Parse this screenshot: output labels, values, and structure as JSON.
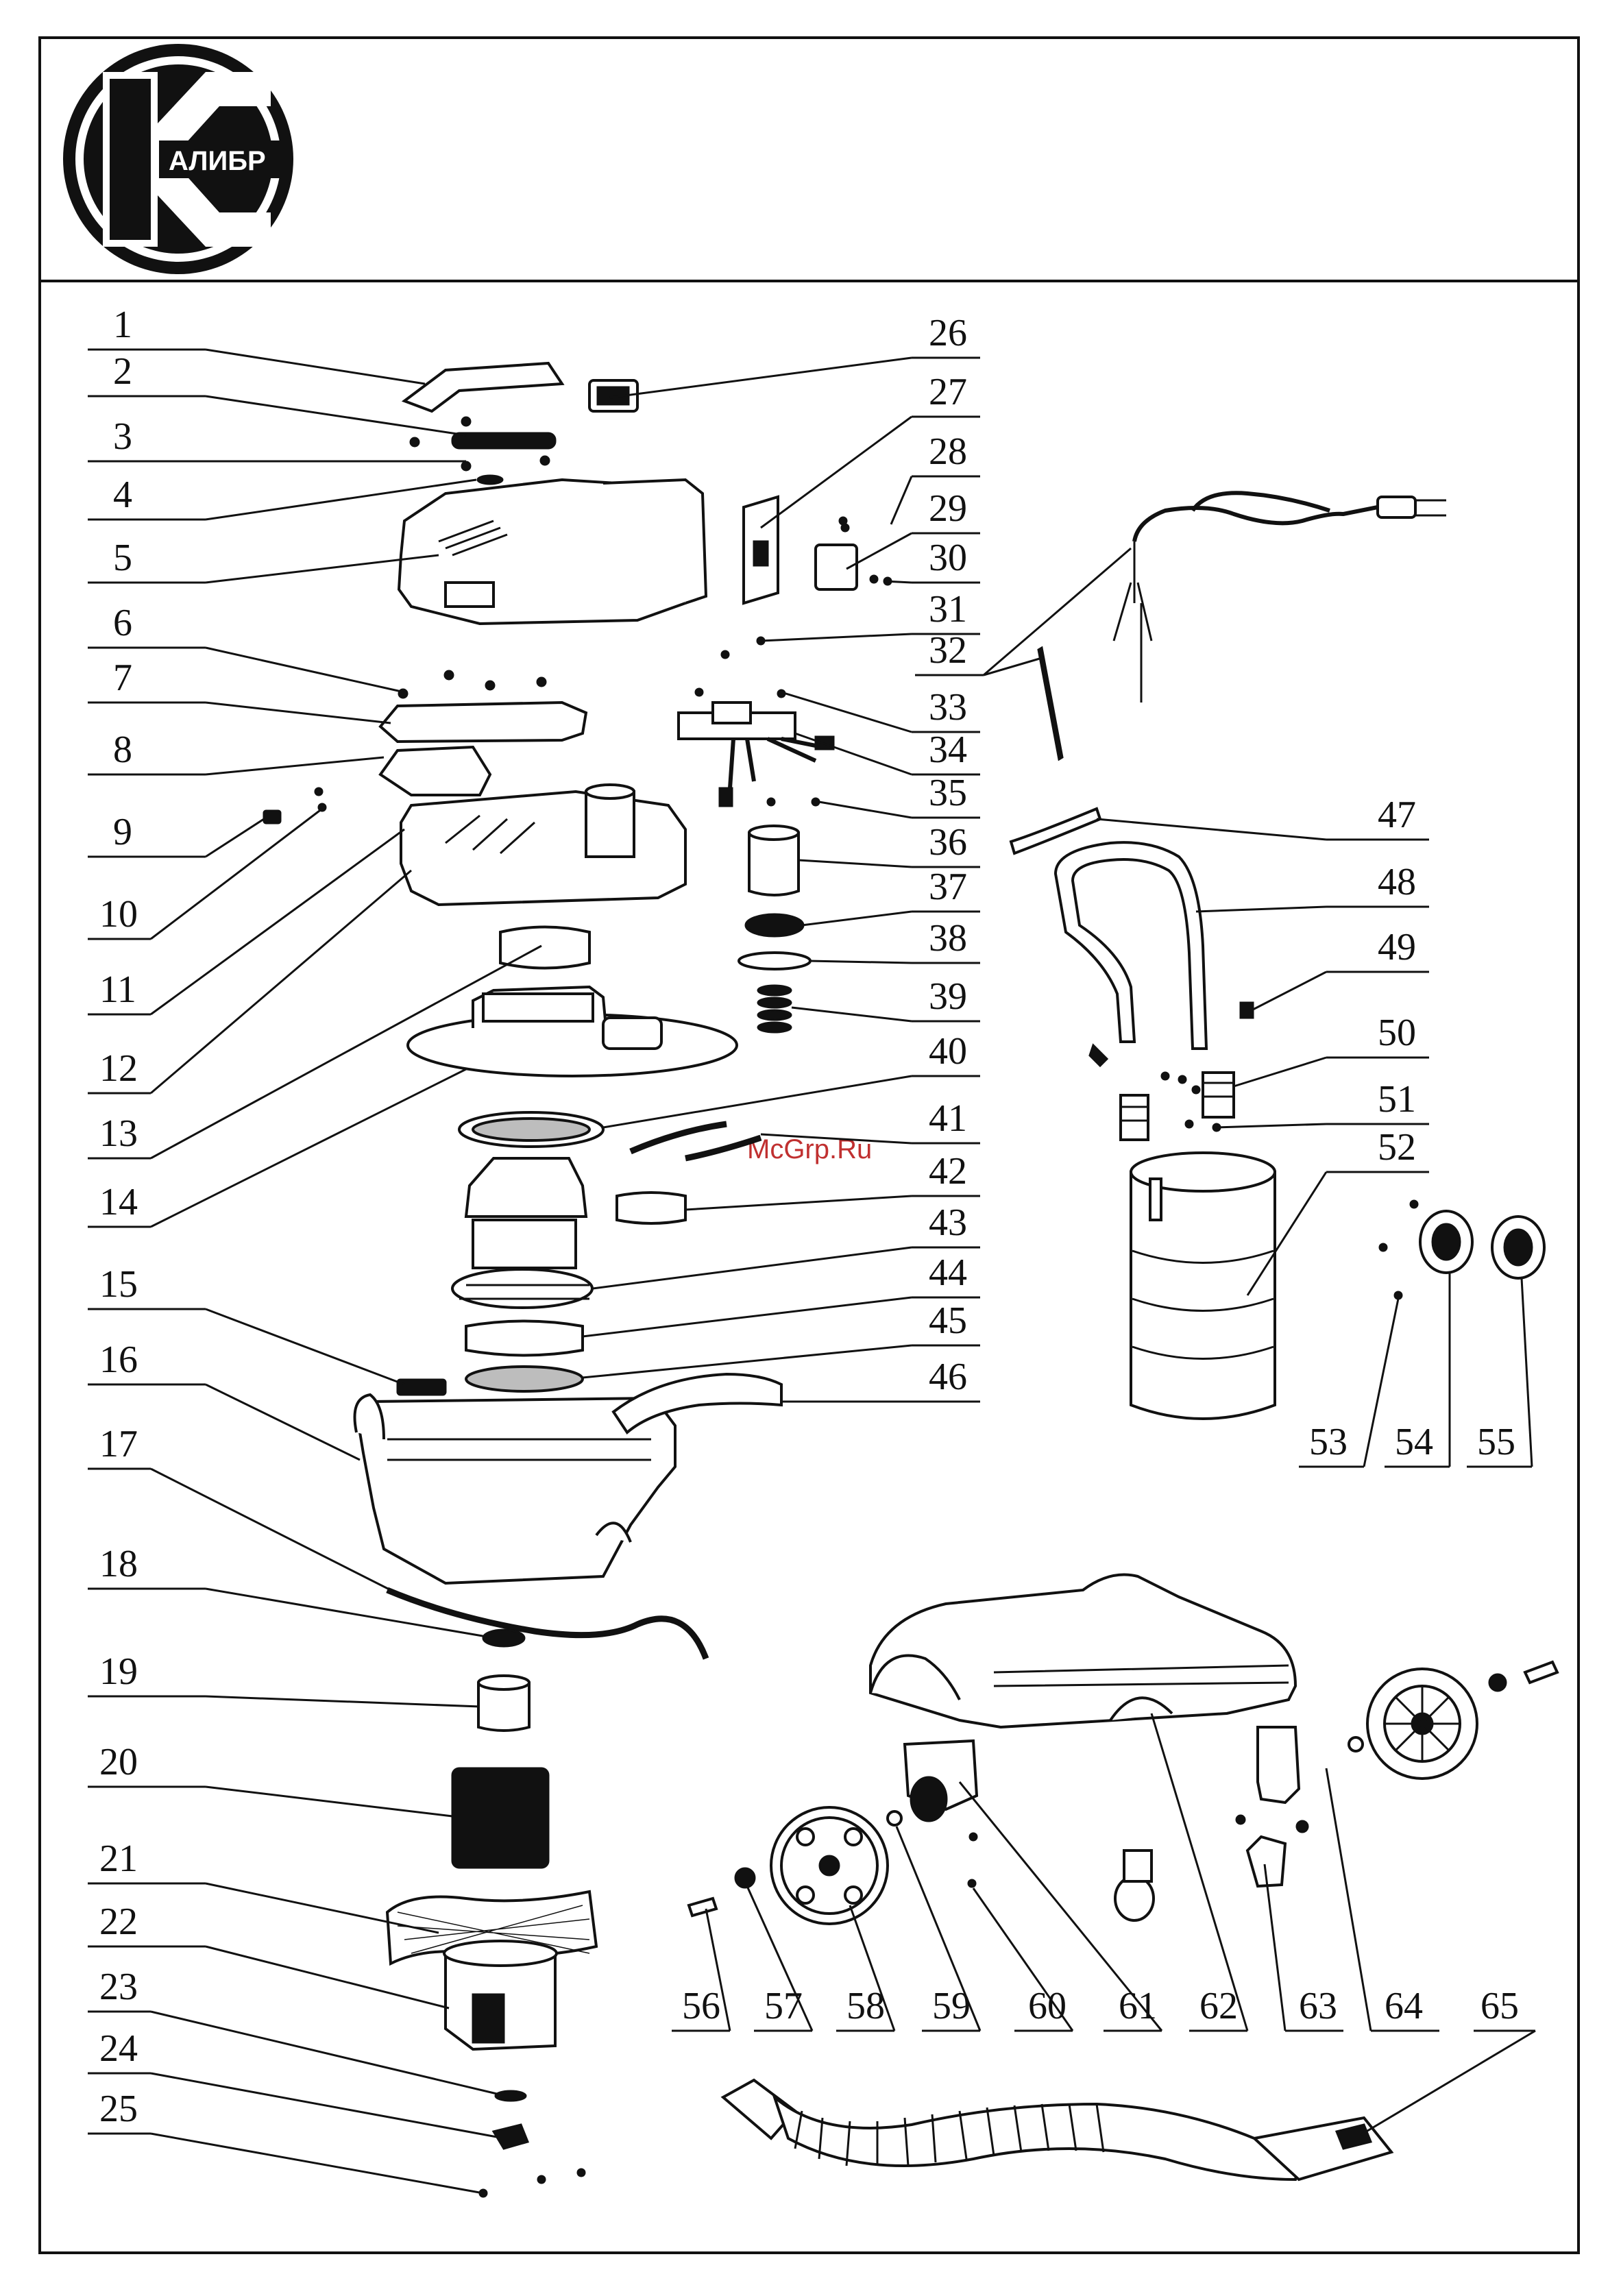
{
  "logo": {
    "text": "АЛИБР"
  },
  "watermark": "McGrp.Ru",
  "colors": {
    "line": "#111111",
    "background": "#ffffff",
    "watermark": "#c03030"
  },
  "callouts": {
    "c1": "1",
    "c2": "2",
    "c3": "3",
    "c4": "4",
    "c5": "5",
    "c6": "6",
    "c7": "7",
    "c8": "8",
    "c9": "9",
    "c10": "10",
    "c11": "11",
    "c12": "12",
    "c13": "13",
    "c14": "14",
    "c15": "15",
    "c16": "16",
    "c17": "17",
    "c18": "18",
    "c19": "19",
    "c20": "20",
    "c21": "21",
    "c22": "22",
    "c23": "23",
    "c24": "24",
    "c25": "25",
    "c26": "26",
    "c27": "27",
    "c28": "28",
    "c29": "29",
    "c30": "30",
    "c31": "31",
    "c32": "32",
    "c33": "33",
    "c34": "34",
    "c35": "35",
    "c36": "36",
    "c37": "37",
    "c38": "38",
    "c39": "39",
    "c40": "40",
    "c41": "41",
    "c42": "42",
    "c43": "43",
    "c44": "44",
    "c45": "45",
    "c46": "46",
    "c47": "47",
    "c48": "48",
    "c49": "49",
    "c50": "50",
    "c51": "51",
    "c52": "52",
    "c53": "53",
    "c54": "54",
    "c55": "55",
    "c56": "56",
    "c57": "57",
    "c58": "58",
    "c59": "59",
    "c60": "60",
    "c61": "61",
    "c62": "62",
    "c63": "63",
    "c64": "64",
    "c65": "65"
  }
}
